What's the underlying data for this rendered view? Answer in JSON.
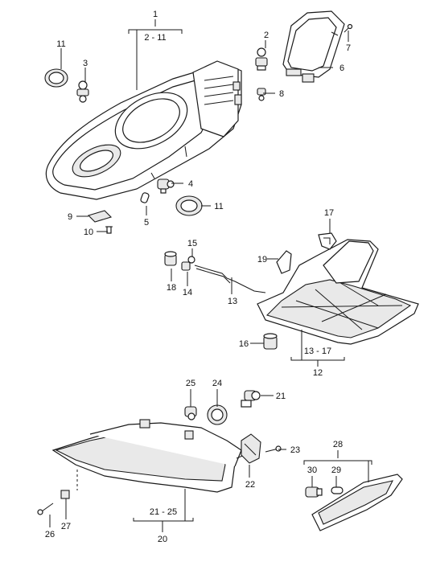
{
  "callouts": [
    {
      "id": "c1",
      "text": "1"
    },
    {
      "id": "c2-11",
      "text": "2 - 11"
    },
    {
      "id": "c11a",
      "text": "11"
    },
    {
      "id": "c3",
      "text": "3"
    },
    {
      "id": "c2",
      "text": "2"
    },
    {
      "id": "c7",
      "text": "7"
    },
    {
      "id": "c6",
      "text": "6"
    },
    {
      "id": "c8",
      "text": "8"
    },
    {
      "id": "c4",
      "text": "4"
    },
    {
      "id": "c11b",
      "text": "11"
    },
    {
      "id": "c9",
      "text": "9"
    },
    {
      "id": "c5",
      "text": "5"
    },
    {
      "id": "c10",
      "text": "10"
    },
    {
      "id": "c17",
      "text": "17"
    },
    {
      "id": "c15",
      "text": "15"
    },
    {
      "id": "c19",
      "text": "19"
    },
    {
      "id": "c18",
      "text": "18"
    },
    {
      "id": "c14",
      "text": "14"
    },
    {
      "id": "c13",
      "text": "13"
    },
    {
      "id": "c16",
      "text": "16"
    },
    {
      "id": "c13-17",
      "text": "13 - 17"
    },
    {
      "id": "c12",
      "text": "12"
    },
    {
      "id": "c25",
      "text": "25"
    },
    {
      "id": "c24",
      "text": "24"
    },
    {
      "id": "c21",
      "text": "21"
    },
    {
      "id": "c23",
      "text": "23"
    },
    {
      "id": "c22",
      "text": "22"
    },
    {
      "id": "c28",
      "text": "28"
    },
    {
      "id": "c30",
      "text": "30"
    },
    {
      "id": "c29",
      "text": "29"
    },
    {
      "id": "c21-25",
      "text": "21 - 25"
    },
    {
      "id": "c20",
      "text": "20"
    },
    {
      "id": "c26",
      "text": "26"
    },
    {
      "id": "c27",
      "text": "27"
    }
  ]
}
